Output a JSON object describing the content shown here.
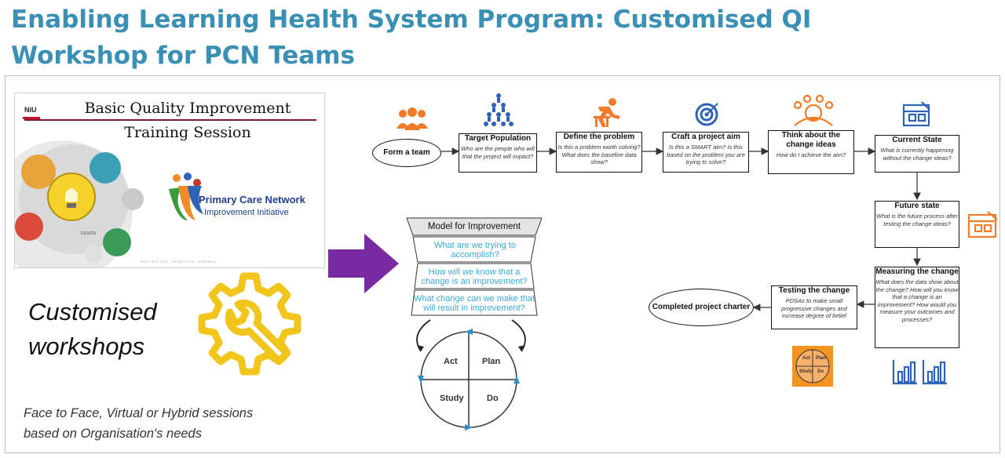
{
  "title": "Enabling Learning Health System Program: Customised QI Workshop for PCN Teams",
  "slide": {
    "logo": "NiU",
    "heading_line1": "Basic Quality Improvement",
    "heading_line2": "Training Session",
    "pcn_name": "Primary Care Network",
    "pcn_sub": "Improvement Initiative",
    "graphic_label": "DESIGN",
    "footer": "RESTRICTED, SENSITIVE, NORMAL"
  },
  "customised": {
    "line1": "Customised",
    "line2": "workshops"
  },
  "formats": {
    "line1": "Face to Face, Virtual or Hybrid sessions",
    "line2": "based on Organisation's needs"
  },
  "model": {
    "header": "Model for Improvement",
    "q1": "What are we trying to accomplish?",
    "q2": "How will we know that a change is an improvement?",
    "q3": "What change can we make that will result in improvement?",
    "cycle": {
      "act": "Act",
      "plan": "Plan",
      "study": "Study",
      "do": "Do"
    }
  },
  "flow": {
    "form_team": "Form a team",
    "target": {
      "title": "Target Population",
      "desc": "Who are the people who will that the project will impact?"
    },
    "define": {
      "title": "Define the problem",
      "desc": "Is this a problem worth solving? What does the baseline data show?"
    },
    "aim": {
      "title": "Craft a project aim",
      "desc": "Is this a SMART aim? Is this based on the problem you are trying to solve?"
    },
    "ideas": {
      "title": "Think about the change ideas",
      "desc": "How do I achieve the aim?"
    },
    "current": {
      "title": "Current State",
      "desc": "What is currently happening without the change ideas?"
    },
    "future": {
      "title": "Future state",
      "desc": "What is the future process after testing the change ideas?"
    },
    "measuring": {
      "title": "Measuring the change",
      "desc": "What does the data show about the change? How will you know that a change is an improvement? How would you measure your outcomes and processes?"
    },
    "testing": {
      "title": "Testing the change",
      "desc": "PDSAs to make small progressive changes and increase degree of belief"
    },
    "completed": "Completed project charter"
  },
  "colors": {
    "title": "#3a8fb5",
    "orange_icon": "#f07b28",
    "blue_icon": "#2f63b8",
    "arrow_purple": "#7a2aa0",
    "gear_yellow": "#f2c51d",
    "question_text": "#3aa9d9"
  }
}
